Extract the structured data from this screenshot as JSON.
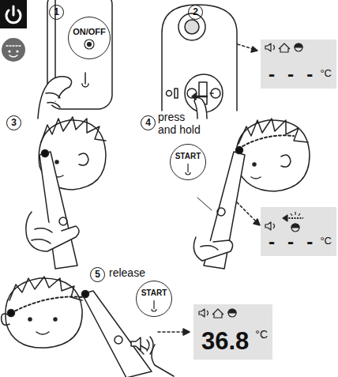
{
  "diagram": {
    "nodes": [
      {
        "text": [
          "ON/OFF"
        ]
      },
      {
        "text": [
          "- - -",
          "°C"
        ]
      },
      {
        "text": [
          "START"
        ]
      },
      {
        "text": [
          "- - -",
          "°C"
        ]
      },
      {
        "text": [
          "START"
        ]
      },
      {
        "text": [
          "36.8",
          "°C"
        ]
      }
    ],
    "labels": [
      "1",
      "2",
      "3",
      "4",
      "press and hold",
      "5",
      "release"
    ]
  }
}
